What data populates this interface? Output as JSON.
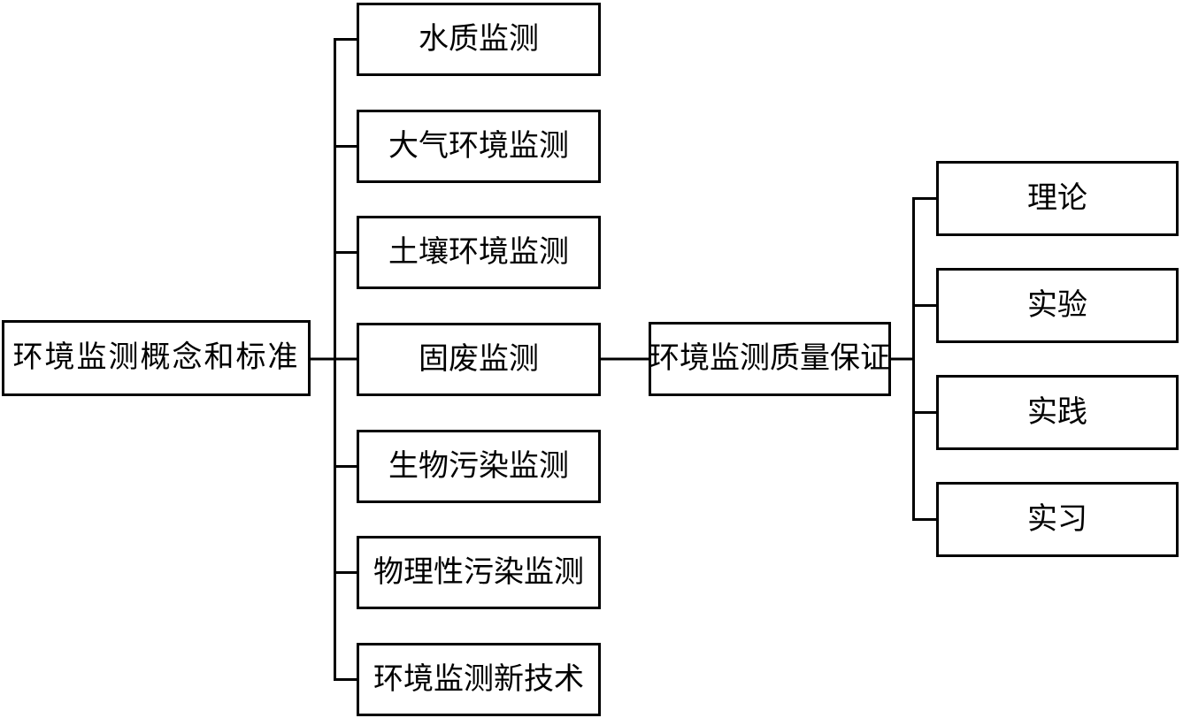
{
  "nodes": {
    "root": "环境监测概念和标准",
    "level2": [
      "水质监测",
      "大气环境监测",
      "土壤环境监测",
      "固废监测",
      "生物污染监测",
      "物理性污染监测",
      "环境监测新技术"
    ],
    "hub": "环境监测质量保证",
    "level3": [
      "理论",
      "实验",
      "实践",
      "实习"
    ]
  },
  "colors": {
    "line": "#000000",
    "box_border": "#000000",
    "box_fill": "#ffffff",
    "text": "#000000",
    "background": "#ffffff"
  }
}
